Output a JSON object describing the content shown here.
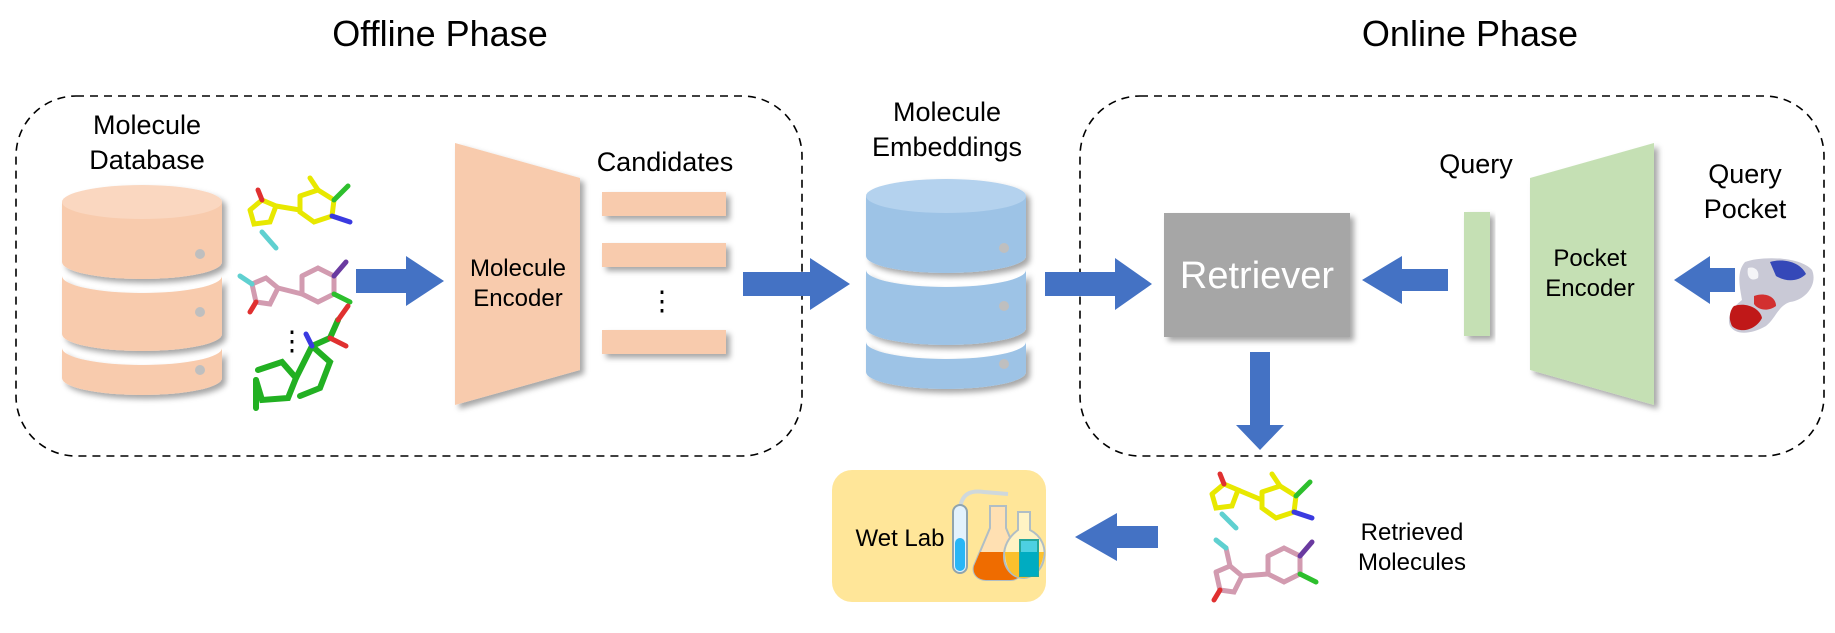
{
  "offline_phase": {
    "title": "Offline Phase",
    "database_label": [
      "Molecule",
      "Database"
    ],
    "encoder_label": [
      "Molecule",
      "Encoder"
    ],
    "candidates_label": "Candidates",
    "ellipsis": "⋮"
  },
  "embeddings_label": [
    "Molecule",
    "Embeddings"
  ],
  "online_phase": {
    "title": "Online Phase",
    "retriever_label": "Retriever",
    "query_label": "Query",
    "encoder_label": [
      "Pocket",
      "Encoder"
    ],
    "pocket_label": [
      "Query",
      "Pocket"
    ]
  },
  "output": {
    "wet_lab_label": "Wet Lab",
    "retrieved_label": [
      "Retrieved",
      "Molecules"
    ]
  },
  "colors": {
    "database_fill": "#f8cbad",
    "embeddings_fill": "#9dc3e6",
    "encoder_online_fill": "#c5e0b4",
    "retriever_fill": "#a6a6a6",
    "arrow": "#4472c4",
    "wet_lab_bg": "#ffe699"
  }
}
